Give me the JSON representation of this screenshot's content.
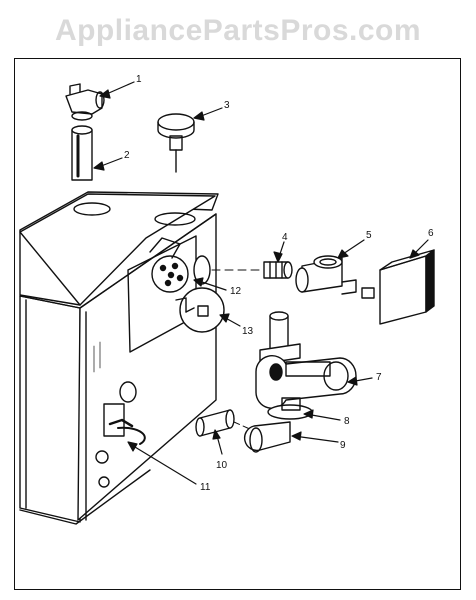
{
  "watermark": "AppliancePartsPros.com",
  "parts": [
    {
      "number": "1",
      "icon": "valve-elbow-icon"
    },
    {
      "number": "2",
      "icon": "nipple-pipe-icon"
    },
    {
      "number": "3",
      "icon": "gauge-icon"
    },
    {
      "number": "4",
      "icon": "bushing-icon"
    },
    {
      "number": "5",
      "icon": "tee-fitting-icon"
    },
    {
      "number": "6",
      "icon": "control-box-icon"
    },
    {
      "number": "7",
      "icon": "circulator-pump-icon"
    },
    {
      "number": "8",
      "icon": "flange-icon"
    },
    {
      "number": "9",
      "icon": "elbow-fitting-icon"
    },
    {
      "number": "10",
      "icon": "pipe-nipple-icon"
    },
    {
      "number": "11",
      "icon": "drain-valve-icon"
    },
    {
      "number": "12",
      "icon": "limit-control-icon"
    },
    {
      "number": "13",
      "icon": "relief-valve-icon"
    }
  ]
}
